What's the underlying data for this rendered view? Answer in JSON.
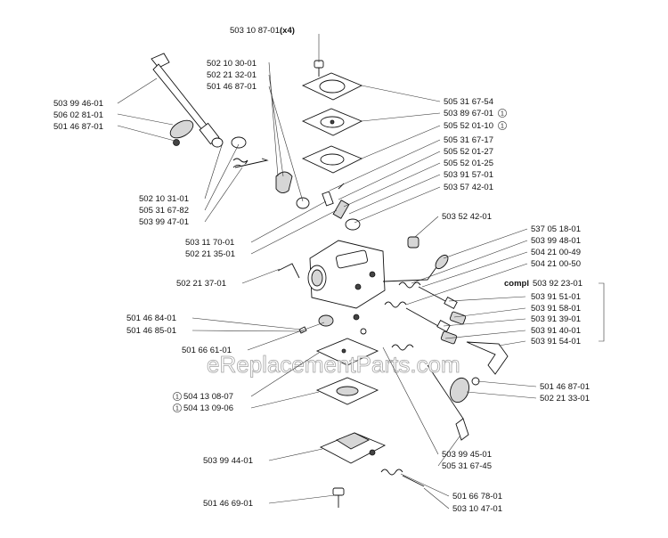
{
  "diagram": {
    "watermark": "eReplacementParts.com",
    "callouts": [
      {
        "id": "c01",
        "text": "503 10 87-01",
        "suffix": "(x4)"
      },
      {
        "id": "c02",
        "text": "502 10 30-01"
      },
      {
        "id": "c03",
        "text": "502 21 32-01"
      },
      {
        "id": "c04",
        "text": "501 46 87-01"
      },
      {
        "id": "c05",
        "text": "503 99 46-01"
      },
      {
        "id": "c06",
        "text": "506 02 81-01"
      },
      {
        "id": "c07",
        "text": "501 46 87-01"
      },
      {
        "id": "c08",
        "text": "505 31 67-54"
      },
      {
        "id": "c09",
        "text": "503 89 67-01",
        "marker": "1"
      },
      {
        "id": "c10",
        "text": "505 52 01-10",
        "marker": "1"
      },
      {
        "id": "c11",
        "text": "505 31 67-17"
      },
      {
        "id": "c12",
        "text": "505 52 01-27"
      },
      {
        "id": "c13",
        "text": "505 52 01-25"
      },
      {
        "id": "c14",
        "text": "503 91 57-01"
      },
      {
        "id": "c15",
        "text": "503 57 42-01"
      },
      {
        "id": "c16",
        "text": "502 10 31-01"
      },
      {
        "id": "c17",
        "text": "505 31 67-82"
      },
      {
        "id": "c18",
        "text": "503 99 47-01"
      },
      {
        "id": "c19",
        "text": "503 52 42-01"
      },
      {
        "id": "c20",
        "text": "503 11 70-01"
      },
      {
        "id": "c21",
        "text": "502 21 35-01"
      },
      {
        "id": "c22",
        "text": "537 05 18-01"
      },
      {
        "id": "c23",
        "text": "503 99 48-01"
      },
      {
        "id": "c24",
        "text": "504 21 00-49"
      },
      {
        "id": "c25",
        "text": "504 21 00-50"
      },
      {
        "id": "c26",
        "text": "502 21 37-01"
      },
      {
        "id": "c27",
        "text": "503 92 23-01",
        "prefix": "compl"
      },
      {
        "id": "c28",
        "text": "503 91 51-01"
      },
      {
        "id": "c29",
        "text": "503 91 58-01"
      },
      {
        "id": "c30",
        "text": "503 91 39-01"
      },
      {
        "id": "c31",
        "text": "503 91 40-01"
      },
      {
        "id": "c32",
        "text": "503 91 54-01"
      },
      {
        "id": "c33",
        "text": "501 46 84-01"
      },
      {
        "id": "c34",
        "text": "501 46 85-01"
      },
      {
        "id": "c35",
        "text": "501 66 61-01"
      },
      {
        "id": "c36",
        "text": "501 46 87-01"
      },
      {
        "id": "c37",
        "text": "502 21 33-01"
      },
      {
        "id": "c38",
        "text": "504 13 08-07",
        "marker": "1"
      },
      {
        "id": "c39",
        "text": "504 13 09-06",
        "marker": "1"
      },
      {
        "id": "c40",
        "text": "503 99 44-01"
      },
      {
        "id": "c41",
        "text": "503 99 45-01"
      },
      {
        "id": "c42",
        "text": "505 31 67-45"
      },
      {
        "id": "c43",
        "text": "501 46 69-01"
      },
      {
        "id": "c44",
        "text": "501 66 78-01"
      },
      {
        "id": "c45",
        "text": "503 10 47-01"
      }
    ]
  }
}
